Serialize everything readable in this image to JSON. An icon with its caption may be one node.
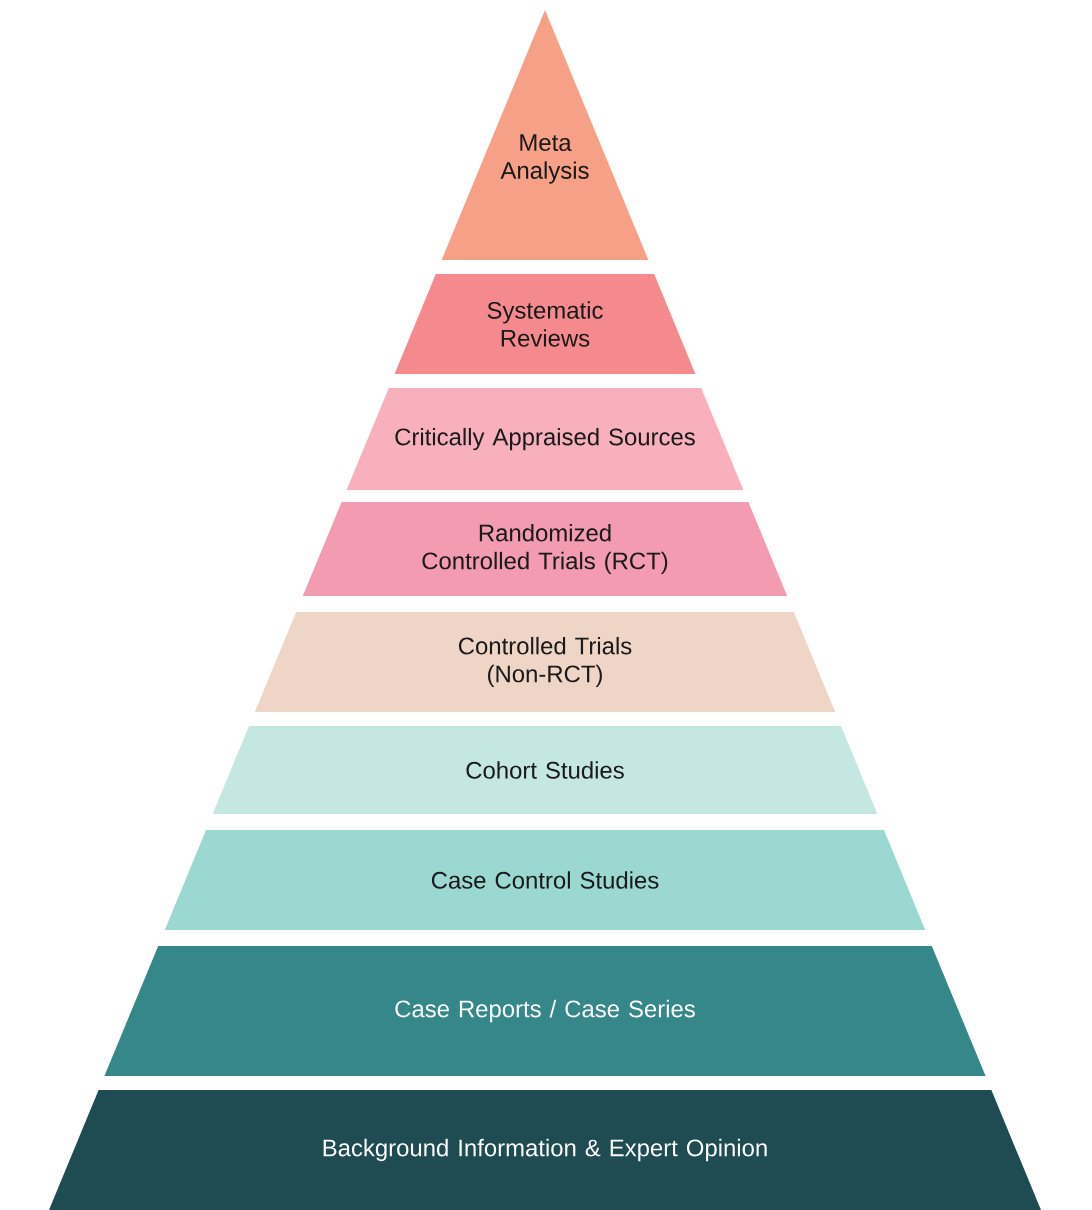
{
  "diagram": {
    "nodes": [
      {
        "text": [
          "Meta Analysis"
        ]
      },
      {
        "text": [
          "Systematic Reviews"
        ]
      },
      {
        "text": [
          "Critically Appraised Sources"
        ]
      },
      {
        "text": [
          "Randomized Controlled Trials (RCT)"
        ]
      },
      {
        "text": [
          "Controlled Trials (Non-RCT)"
        ]
      },
      {
        "text": [
          "Cohort Studies"
        ]
      },
      {
        "text": [
          "Case Control Studies"
        ]
      },
      {
        "text": [
          "Case Reports / Case Series"
        ]
      },
      {
        "text": [
          "Background Information & Expert Opinion"
        ]
      }
    ]
  }
}
